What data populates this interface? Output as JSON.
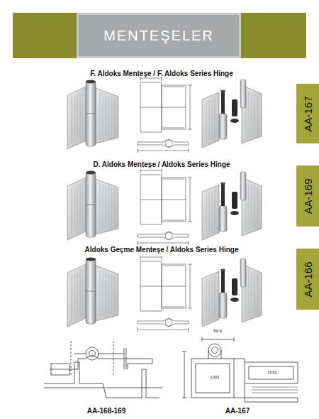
{
  "diagram": {
    "nodes": [
      {
        "text": [
          "MENTEŞELER"
        ]
      },
      {
        "text": [
          "AA-167"
        ]
      },
      {
        "text": [
          "AA-169"
        ]
      },
      {
        "text": [
          "AA-166"
        ]
      }
    ],
    "labels": [
      "F. Aldoks Menteşe / F. Aldoks Series Hinge",
      "D. Aldoks Menteşe / Aldoks Series Hinge",
      "Aldoks Geçme Menteşe / Aldoks Series Hinge",
      "59.9",
      "1031",
      "1001",
      "AA-168-169",
      "AA-167"
    ]
  }
}
